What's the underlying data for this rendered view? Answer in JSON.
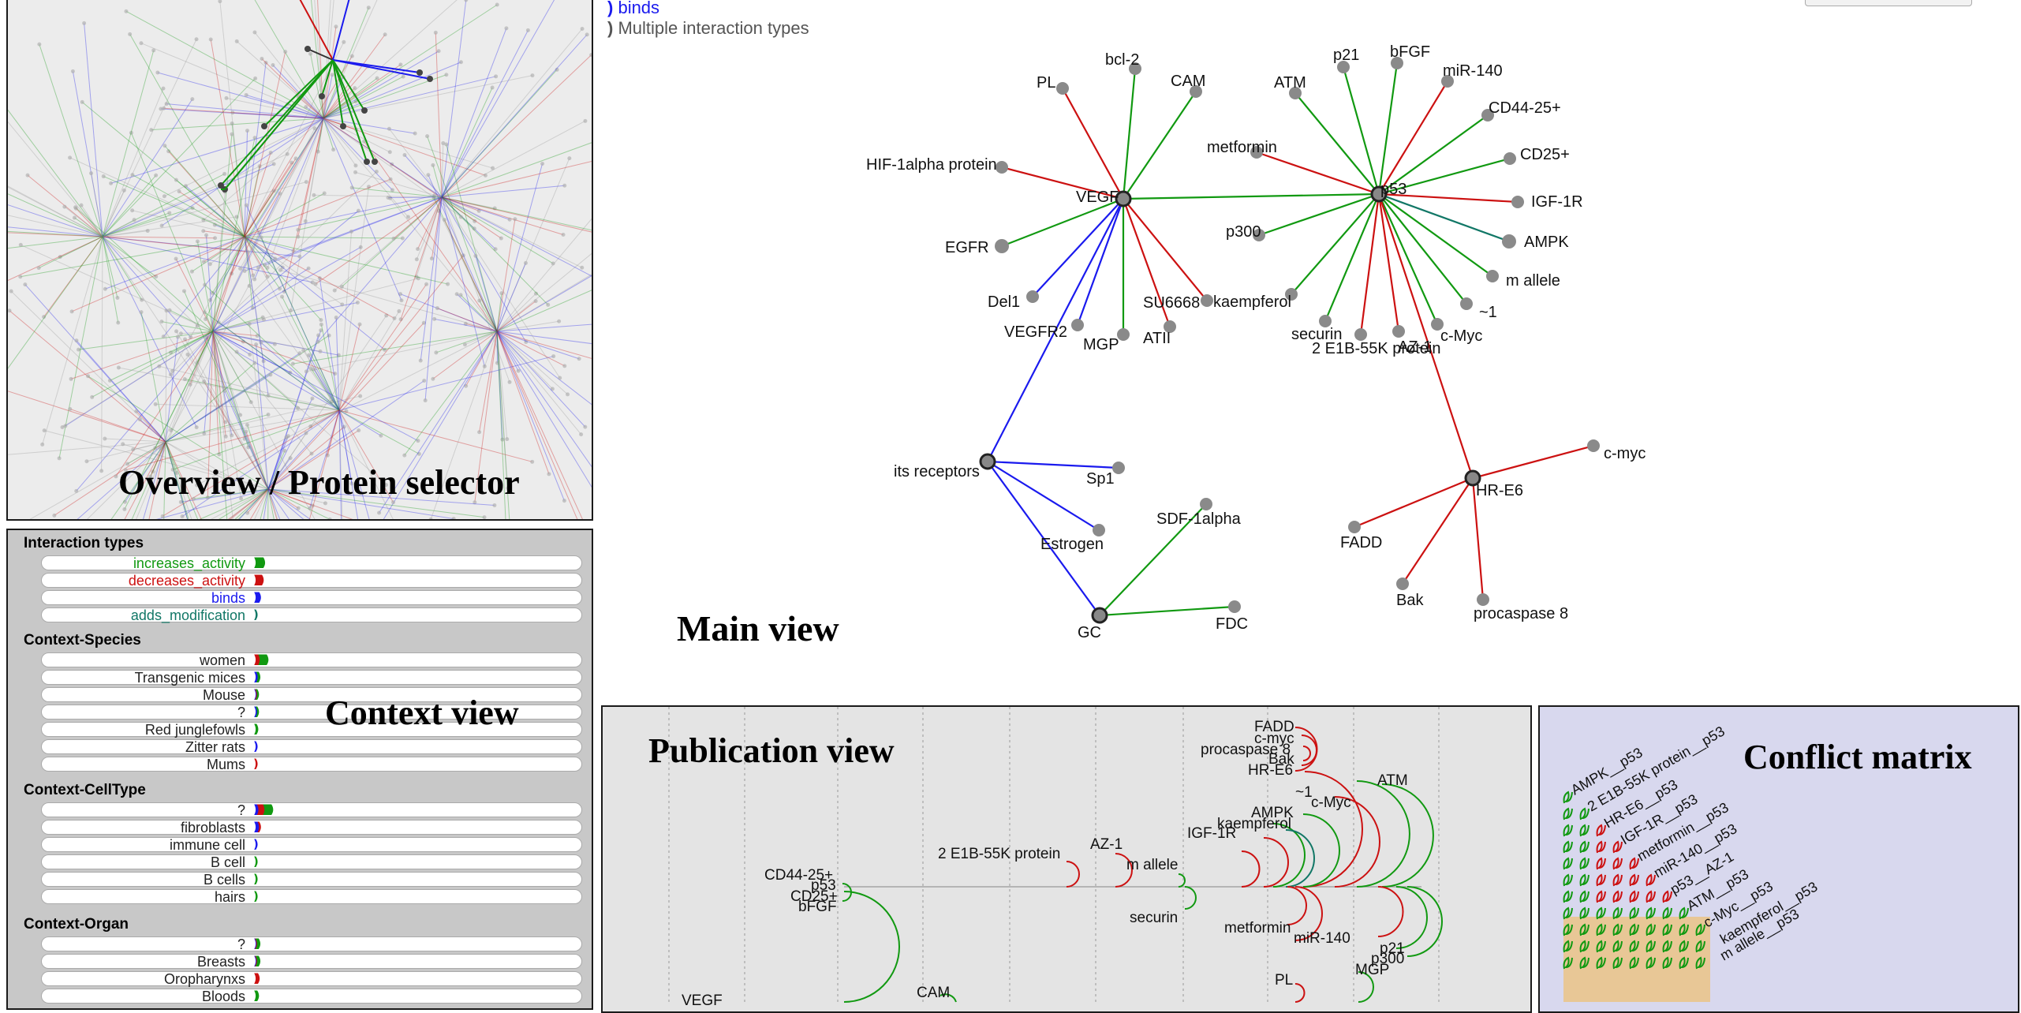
{
  "legend": {
    "items": [
      {
        "label": "binds",
        "color": "#0000cc",
        "mark": ")"
      },
      {
        "label": "Multiple interaction types",
        "color": "#555555",
        "mark": ")"
      }
    ]
  },
  "colors": {
    "increases_activity": "#119911",
    "decreases_activity": "#cc1111",
    "binds": "#1a1aee",
    "adds_modification": "#117766",
    "overview_bg": "#ececec",
    "context_bg": "#c8c8c8",
    "publication_bg": "#e4e4e4",
    "conflict_bg": "#d8d8ee",
    "conflict_highlight": "#f0c070"
  },
  "overview": {
    "title": "Overview / Protein selector"
  },
  "context": {
    "title": "Context view",
    "sections": [
      {
        "title": "Interaction types",
        "rows": [
          {
            "label": "increases_activity",
            "label_color": "#119911",
            "counts": {
              "g": 12
            }
          },
          {
            "label": "decreases_activity",
            "label_color": "#cc1111",
            "counts": {
              "r": 10
            }
          },
          {
            "label": "binds",
            "label_color": "#1a1aee",
            "counts": {
              "b": 6
            }
          },
          {
            "label": "adds_modification",
            "label_color": "#117766",
            "counts": {
              "t": 1
            }
          }
        ]
      },
      {
        "title": "Context-Species",
        "rows": [
          {
            "label": "women",
            "label_color": "#222",
            "counts": {
              "r": 6,
              "g": 11
            }
          },
          {
            "label": "Transgenic mices",
            "label_color": "#222",
            "counts": {
              "b": 3,
              "g": 2
            }
          },
          {
            "label": "Mouse",
            "label_color": "#222",
            "counts": {
              "b": 1,
              "r": 1,
              "g": 1
            }
          },
          {
            "label": "?",
            "label_color": "#222",
            "counts": {
              "b": 2,
              "g": 1
            }
          },
          {
            "label": "Red junglefowls",
            "label_color": "#222",
            "counts": {
              "g": 2
            }
          },
          {
            "label": "Zitter rats",
            "label_color": "#222",
            "counts": {
              "b": 1
            }
          },
          {
            "label": "Mums",
            "label_color": "#222",
            "counts": {
              "r": 1
            }
          }
        ]
      },
      {
        "title": "Context-CellType",
        "rows": [
          {
            "label": "?",
            "label_color": "#222",
            "counts": {
              "b": 4,
              "r": 9,
              "g": 11
            }
          },
          {
            "label": "fibroblasts",
            "label_color": "#222",
            "counts": {
              "b": 5,
              "r": 1
            }
          },
          {
            "label": "immune cell",
            "label_color": "#222",
            "counts": {
              "b": 1
            }
          },
          {
            "label": "B cell",
            "label_color": "#222",
            "counts": {
              "g": 1
            }
          },
          {
            "label": "B cells",
            "label_color": "#222",
            "counts": {
              "g": 1
            }
          },
          {
            "label": "hairs",
            "label_color": "#222",
            "counts": {
              "g": 1
            }
          }
        ]
      },
      {
        "title": "Context-Organ",
        "rows": [
          {
            "label": "?",
            "label_color": "#222",
            "counts": {
              "b": 1,
              "r": 1,
              "g": 3
            }
          },
          {
            "label": "Breasts",
            "label_color": "#222",
            "counts": {
              "b": 1,
              "r": 1,
              "g": 3
            }
          },
          {
            "label": "Oropharynxs",
            "label_color": "#222",
            "counts": {
              "r": 4
            }
          },
          {
            "label": "Bloods",
            "label_color": "#222",
            "counts": {
              "g": 3
            }
          }
        ]
      }
    ]
  },
  "main_view": {
    "title": "Main view",
    "hubs": [
      "VEGF",
      "p53",
      "its receptors",
      "GC",
      "HR-E6"
    ],
    "nodes": [
      "PL",
      "bcl-2",
      "CAM",
      "HIF-1alpha protein",
      "EGFR",
      "Del1",
      "VEGFR2",
      "MGP",
      "ATII",
      "SU6668",
      "ATM",
      "p21",
      "bFGF",
      "miR-140",
      "CD44-25+",
      "CD25+",
      "metformin",
      "IGF-1R",
      "p300",
      "AMPK",
      "m allele",
      "kaempferol",
      "~1",
      "securin",
      "2 E1B-55K protein",
      "AZ-1",
      "c-Myc",
      "Sp1",
      "Estrogen",
      "SDF-1alpha",
      "FDC",
      "FADD",
      "Bak",
      "procaspase 8",
      "c-myc"
    ]
  },
  "publication": {
    "title": "Publication view",
    "labels": [
      "FADD",
      "c-myc",
      "procaspase 8",
      "Bak",
      "HR-E6",
      "ATM",
      "~1",
      "c-Myc",
      "AMPK",
      "kaempferol",
      "IGF-1R",
      "AZ-1",
      "2 E1B-55K protein",
      "m allele",
      "securin",
      "metformin",
      "miR-140",
      "p21",
      "p300",
      "MGP",
      "PL",
      "CD44-25+",
      "p53",
      "CD25+",
      "bFGF",
      "CAM",
      "VEGF"
    ]
  },
  "conflict": {
    "title": "Conflict matrix",
    "labels": [
      "AMPK__p53",
      "2 E1B-55K protein__p53",
      "HR-E6__p53",
      "IGF-1R__p53",
      "metformin__p53",
      "miR-140__p53",
      "p53__AZ-1",
      "ATM__p53",
      "c-Myc__p53",
      "kaempferol__p53",
      "m allele__p53"
    ]
  }
}
